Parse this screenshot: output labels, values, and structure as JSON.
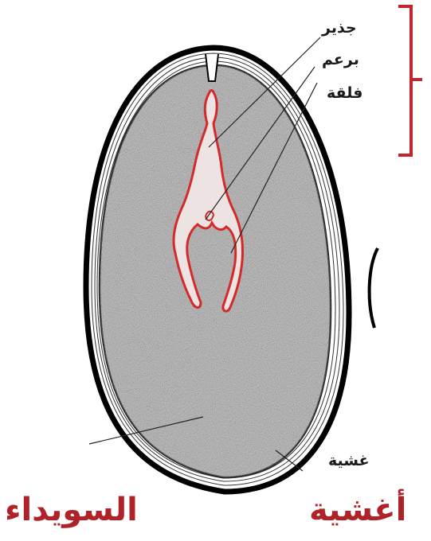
{
  "labels": {
    "radicle": "جذير",
    "plumule": "برعم",
    "cotyledon": "فلقة",
    "membranes_small": "غشية",
    "endosperm": "السويداء",
    "membranes": "أغشية"
  },
  "colors": {
    "embryo_outline": "#d42a2a",
    "bracket": "#c0262b",
    "big_label": "#b0222a",
    "endosperm_fill": "#a3a3a3",
    "seed_coat": "#000000"
  }
}
